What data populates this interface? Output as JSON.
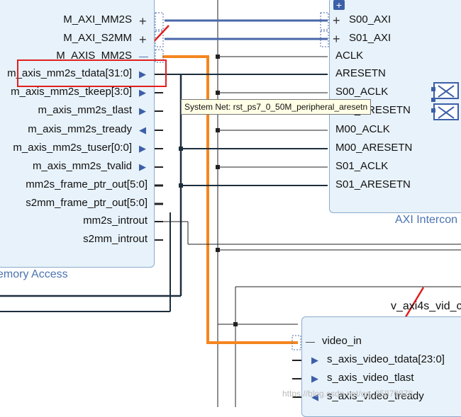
{
  "dma_block": {
    "name": "emory Access",
    "ports": [
      {
        "label": "M_AXI_MM2S",
        "kind": "plus"
      },
      {
        "label": "M_AXI_S2MM",
        "kind": "plus"
      },
      {
        "label": "M_AXIS_MM2S",
        "kind": "minus"
      },
      {
        "label": "m_axis_mm2s_tdata[31:0]",
        "kind": "right"
      },
      {
        "label": "m_axis_mm2s_tkeep[3:0]",
        "kind": "right"
      },
      {
        "label": "m_axis_mm2s_tlast",
        "kind": "right"
      },
      {
        "label": "m_axis_mm2s_tready",
        "kind": "left"
      },
      {
        "label": "m_axis_mm2s_tuser[0:0]",
        "kind": "right"
      },
      {
        "label": "m_axis_mm2s_tvalid",
        "kind": "right"
      },
      {
        "label": "mm2s_frame_ptr_out[5:0]",
        "kind": "none"
      },
      {
        "label": "s2mm_frame_ptr_out[5:0]",
        "kind": "none"
      },
      {
        "label": "mm2s_introut",
        "kind": "none"
      },
      {
        "label": "s2mm_introut",
        "kind": "none"
      }
    ]
  },
  "interconnect_block": {
    "name": "AXI Intercon",
    "ports": [
      {
        "label": "S00_AXI",
        "kind": "plus"
      },
      {
        "label": "S01_AXI",
        "kind": "plus"
      },
      {
        "label": "ACLK",
        "kind": "none"
      },
      {
        "label": "ARESETN",
        "kind": "none"
      },
      {
        "label": "S00_ACLK",
        "kind": "none"
      },
      {
        "label": "S00_ARESETN",
        "kind": "none"
      },
      {
        "label": "M00_ACLK",
        "kind": "none"
      },
      {
        "label": "M00_ARESETN",
        "kind": "none"
      },
      {
        "label": "S01_ACLK",
        "kind": "none"
      },
      {
        "label": "S01_ARESETN",
        "kind": "none"
      }
    ]
  },
  "video_block": {
    "name": "v_axi4s_vid_c",
    "ports": [
      {
        "label": "video_in",
        "kind": "minus"
      },
      {
        "label": "s_axis_video_tdata[23:0]",
        "kind": "right"
      },
      {
        "label": "s_axis_video_tlast",
        "kind": "right"
      },
      {
        "label": "s_axis_video_tready",
        "kind": "left"
      }
    ]
  },
  "tooltip": "System Net: rst_ps7_0_50M_peripheral_aresetn",
  "watermark": "https://blog.csdn.net/qq_35879878",
  "colors": {
    "block_fill": "#e8f2fa",
    "bus": "#4a67a8",
    "highlight_net": "#f5861f",
    "annotation": "#e02020"
  }
}
